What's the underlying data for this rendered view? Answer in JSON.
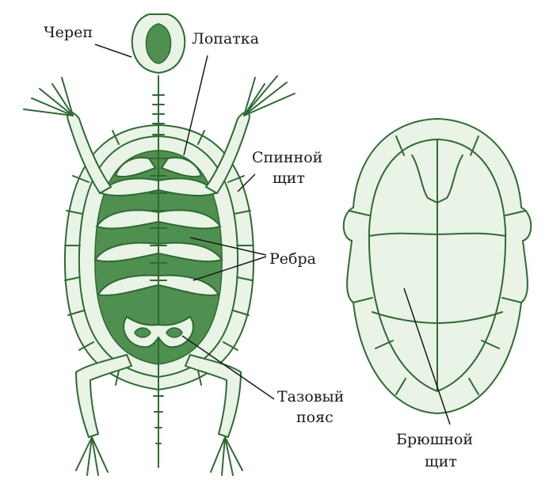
{
  "labels": {
    "skull": "Череп",
    "scapula": "Лопатка",
    "carapace_line1": "Спинной",
    "carapace_line2": "щит",
    "ribs": "Ребра",
    "pelvis_line1": "Тазовый",
    "pelvis_line2": "пояс",
    "plastron_line1": "Брюшной",
    "plastron_line2": "щит"
  },
  "colors": {
    "ink": "#2f6a33",
    "fill": "#4f8f4f",
    "pale": "#e9f3e6",
    "text": "#1a1a1a"
  }
}
